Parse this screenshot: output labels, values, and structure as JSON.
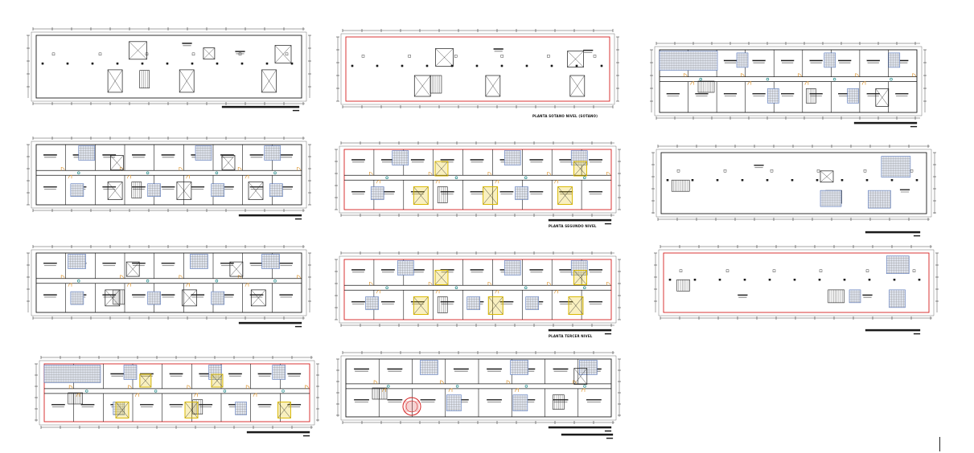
{
  "drawing": {
    "sheets": [
      {
        "key": "p1",
        "caption": ""
      },
      {
        "key": "p2",
        "caption": "PLANTA SOTANO NIVEL (SOTANO)"
      },
      {
        "key": "p3",
        "caption": ""
      },
      {
        "key": "p4",
        "caption": ""
      },
      {
        "key": "p5",
        "caption": "PLANTA SEGUNDO NIVEL"
      },
      {
        "key": "p6",
        "caption": ""
      },
      {
        "key": "p7",
        "caption": ""
      },
      {
        "key": "p8",
        "caption": "PLANTA TERCER NIVEL"
      },
      {
        "key": "p9",
        "caption": ""
      },
      {
        "key": "p10",
        "caption": ""
      },
      {
        "key": "p11",
        "caption": ""
      }
    ]
  },
  "colors": {
    "line": "#1a1a1a",
    "wall_red": "#d42020",
    "stair_yellow": "#e8c400",
    "furniture_blue": "#3a5fb0",
    "hatch_gray": "#8a8a8a",
    "door_orange": "#d98a1a",
    "column_teal": "#1f8a8a",
    "stamp_red": "#d42020"
  }
}
